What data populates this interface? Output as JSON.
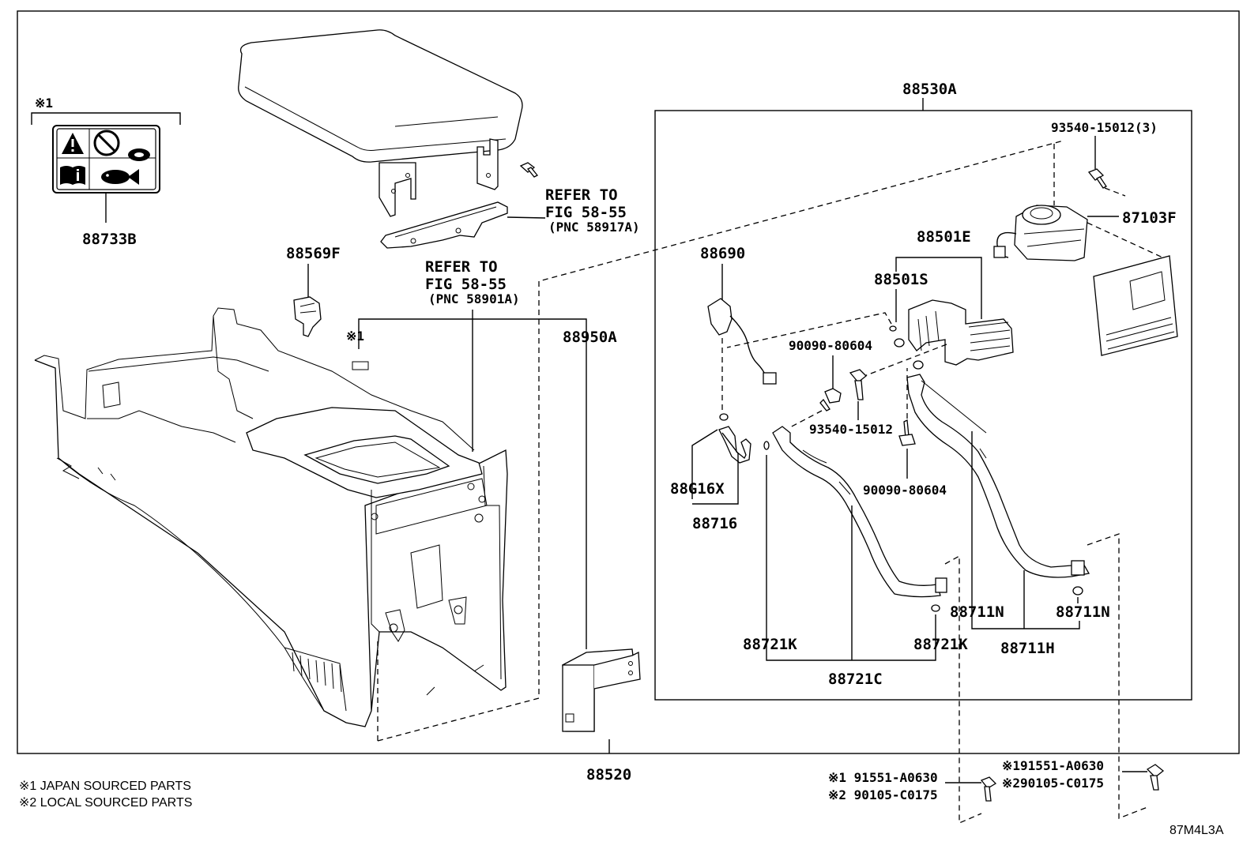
{
  "labels": {
    "p88530A": "88530A",
    "p93540_15012_3": "93540-15012(3)",
    "p87103F": "87103F",
    "p88501E": "88501E",
    "p88501S": "88501S",
    "p88690": "88690",
    "p90090_80604_a": "90090-80604",
    "p93540_15012": "93540-15012",
    "p90090_80604_b": "90090-80604",
    "p88G16X": "88G16X",
    "p88716": "88716",
    "p88711N_a": "88711N",
    "p88711N_b": "88711N",
    "p88721K_a": "88721K",
    "p88721K_b": "88721K",
    "p88711H": "88711H",
    "p88721C": "88721C",
    "p88733B": "88733B",
    "p88569F": "88569F",
    "p88950A": "88950A",
    "p88520": "88520",
    "mark1_top": "※1",
    "mark1_mid": "※1",
    "refer1_line1": "REFER TO",
    "refer1_line2": "FIG 58-55",
    "refer1_line3": "(PNC 58917A)",
    "refer2_line1": "REFER TO",
    "refer2_line2": "FIG 58-55",
    "refer2_line3": "(PNC 58901A)",
    "bolt_left_1": "※1 91551-A0630",
    "bolt_left_2": "※2 90105-C0175",
    "bolt_right_1": "※191551-A0630",
    "bolt_right_2": "※290105-C0175",
    "footnote1": "※1 JAPAN SOURCED PARTS",
    "footnote2": "※2 LOCAL SOURCED PARTS",
    "diagram_code": "87M4L3A"
  },
  "icons": [
    "warning-icon",
    "no-symbol-icon",
    "fish-icon",
    "manual-icon",
    "meat-icon"
  ]
}
